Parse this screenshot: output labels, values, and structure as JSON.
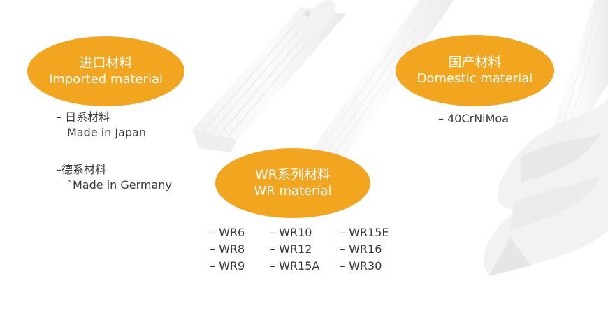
{
  "colors": {
    "badge": "#F2A51F",
    "text": "#3a3a3a",
    "screw_ghost": "#e9e9e9"
  },
  "imported": {
    "title_cn": "进口材料",
    "title_en": "Imported material",
    "japan_cn": "– 日系材料",
    "japan_en": "Made in Japan",
    "germany_cn": "–德系材料",
    "germany_en": "`Made in Germany"
  },
  "domestic": {
    "title_cn": "国产材料",
    "title_en": "Domestic material",
    "item": "– 40CrNiMoa"
  },
  "wr": {
    "title_cn": "WR系列材料",
    "title_en": "WR material",
    "grades": [
      "– WR6",
      "– WR10",
      "– WR15E",
      "– WR8",
      "– WR12",
      "– WR16",
      "– WR9",
      "– WR15A",
      "– WR30"
    ]
  }
}
